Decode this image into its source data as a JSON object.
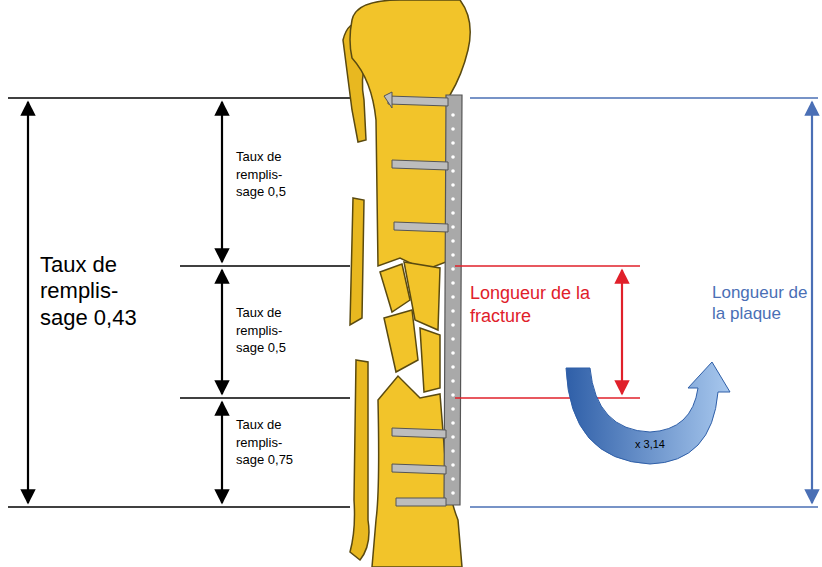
{
  "diagram": {
    "labels": [
      "Taux de remplis- sage 0,43",
      "Taux de remplis- sage 0,5",
      "Taux de remplis- sage 0,5",
      "Taux de remplis- sage 0,75",
      "Longueur de la fracture",
      "Longueur de la plaque",
      "x 3,14"
    ]
  }
}
